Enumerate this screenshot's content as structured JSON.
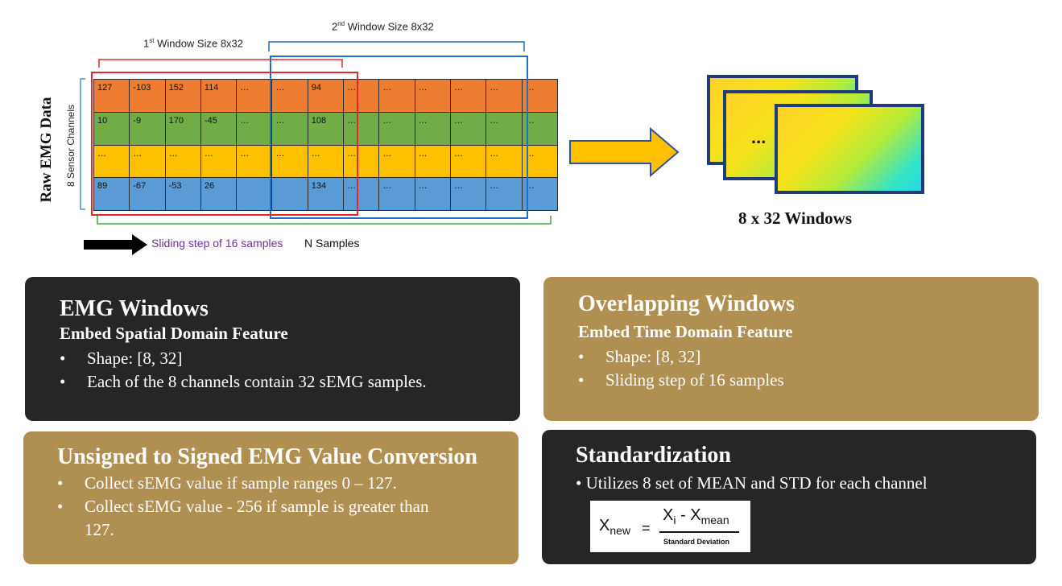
{
  "diagram": {
    "raw_title": "Raw EMG Data",
    "sensor_label": "8 Sensor Channels",
    "window1": {
      "ordinal": "1",
      "suffix": "st",
      "label": " Window Size 8x32"
    },
    "window2": {
      "ordinal": "2",
      "suffix": "nd",
      "label": " Window Size 8x32"
    },
    "sliding_label": "Sliding step of 16 samples",
    "n_samples_label": "N Samples",
    "rows": [
      [
        "127",
        "-103",
        "152",
        "114",
        "…",
        "…",
        "94",
        "…",
        "…",
        "…",
        "…",
        "…",
        "…"
      ],
      [
        "10",
        "-9",
        "170",
        "-45",
        "…",
        "…",
        "108",
        "…",
        "…",
        "…",
        "…",
        "…",
        "…"
      ],
      [
        "…",
        "…",
        "…",
        "…",
        "…",
        "…",
        "…",
        "…",
        "…",
        "…",
        "…",
        "…",
        "…"
      ],
      [
        "89",
        "-67",
        "-53",
        "26",
        "",
        "",
        "134",
        "…",
        "…",
        "…",
        "…",
        "…",
        "…"
      ]
    ],
    "row_colors": [
      "#ed7d31",
      "#70ad47",
      "#ffc000",
      "#5b9bd5"
    ],
    "windows_caption": "8 x 32 Windows",
    "stack_ellipsis": "..."
  },
  "boxes": {
    "emg_windows": {
      "title": "EMG Windows",
      "subtitle": "Embed Spatial Domain Feature",
      "bullets": [
        "Shape: [8, 32]",
        "Each of the 8 channels contain 32 sEMG samples."
      ]
    },
    "overlapping": {
      "title": "Overlapping Windows",
      "subtitle": "Embed Time Domain Feature",
      "bullets": [
        "Shape: [8, 32]",
        "Sliding step of 16 samples"
      ]
    },
    "conversion": {
      "title": "Unsigned to Signed EMG Value Conversion",
      "bullets": [
        "Collect sEMG value if sample ranges 0 – 127.",
        "Collect sEMG value - 256 if sample is greater than 127."
      ]
    },
    "standardization": {
      "title": "Standardization",
      "bullet": "• Utilizes 8 set of MEAN and STD for each channel",
      "formula": {
        "lhs": "X",
        "lhs_sub": "new",
        "equals": "=",
        "num_x": "X",
        "num_i": "i",
        "num_minus": " - ",
        "num_x2": "X",
        "num_mean": "mean",
        "denominator": "Standard Deviation"
      }
    }
  },
  "colors": {
    "dark_box": "#262626",
    "gold_box": "#b08f52",
    "window1_border": "#e8262e",
    "window2_border": "#1f6fc4",
    "window2_brace": "#1f6fc4",
    "n_samples_brace": "#3aa53a",
    "sliding_text": "#7030a0",
    "arrow": "#ffc000"
  }
}
